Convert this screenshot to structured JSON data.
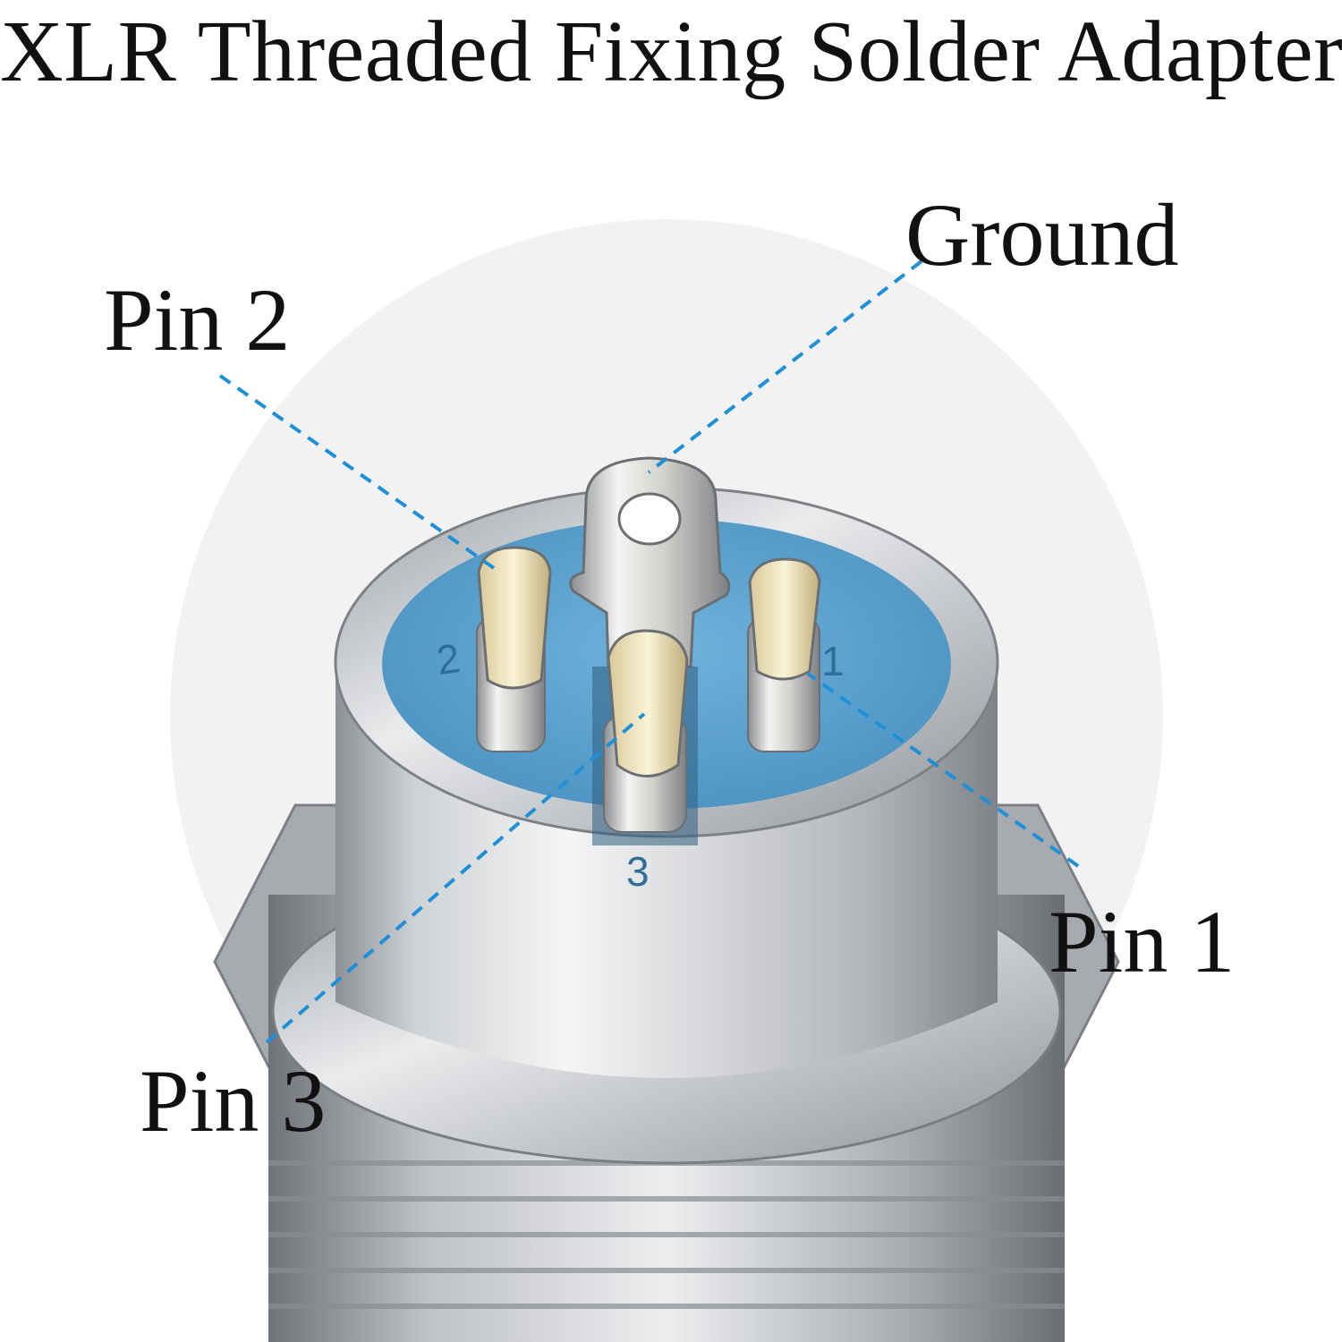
{
  "title": "XLR Threaded Fixing Solder Adapter",
  "callouts": {
    "ground": "Ground",
    "pin2": "Pin 2",
    "pin1": "Pin 1",
    "pin3": "Pin 3"
  },
  "face_numbers": {
    "n1": "1",
    "n2": "2",
    "n3": "3"
  },
  "colors": {
    "leader_line": "#1e90d8",
    "insulator": "#5aa3cf",
    "metal": "#c9ccd0",
    "background_disc": "#f2f2f2"
  }
}
